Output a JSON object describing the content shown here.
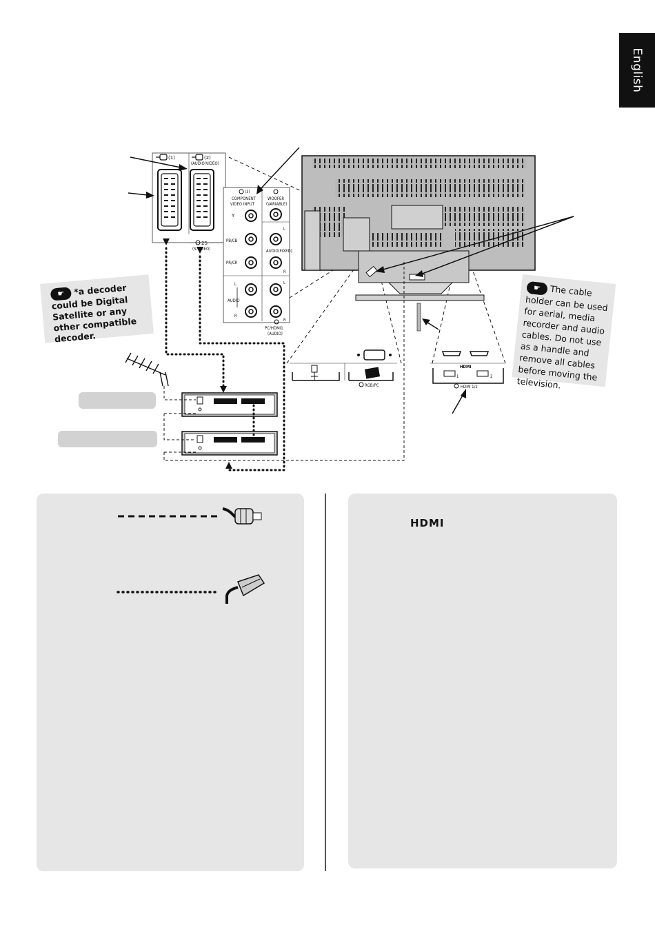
{
  "lang_tab": {
    "label": "English"
  },
  "notes": {
    "decoder": "*a decoder could be Digital Satellite or any other compatible decoder.",
    "cable_holder": "The cable holder can be used for aerial, media recorder and audio cables. Do not use as a handle and remove all cables before moving the television."
  },
  "scart_panel": {
    "ext1": "(1)",
    "ext2": "(2)",
    "ext2_sub": "(AUDIO/VIDEO)",
    "ext2s": "2S",
    "ext2s_sub": "(S-VIDEO)"
  },
  "av_panel": {
    "component_num": "(3)",
    "component_title_1": "COMPONENT",
    "component_title_2": "VIDEO INPUT",
    "woofer_1": "WOOFER",
    "woofer_2": "(VARIABLE)",
    "y": "Y",
    "pb": "PB/CB",
    "pr": "PR/CR",
    "audio": "AUDIO",
    "l": "L",
    "r": "R",
    "audio_fixed": "AUDIO(FIXED)",
    "pc_hdmi_1": "PC/HDMI1",
    "pc_hdmi_2": "(AUDIO)"
  },
  "bottom_ports": {
    "rgb_pc": "RGB/PC",
    "hdmi_logo": "HDMI",
    "hdmi_label": "HDMI 1/2",
    "hdmi1": "1",
    "hdmi2": "2"
  },
  "legend": {
    "right_hdmi_logo": "HDMI"
  },
  "icons": {
    "hand": "pointing-hand-icon",
    "aerial": "aerial-icon",
    "rf_plug": "rf-plug-icon",
    "scart_plug": "scart-plug-icon"
  },
  "colors": {
    "panel_bg": "#e6e6e6",
    "label_bg": "#d2d2d2",
    "tab_bg": "#111111"
  }
}
